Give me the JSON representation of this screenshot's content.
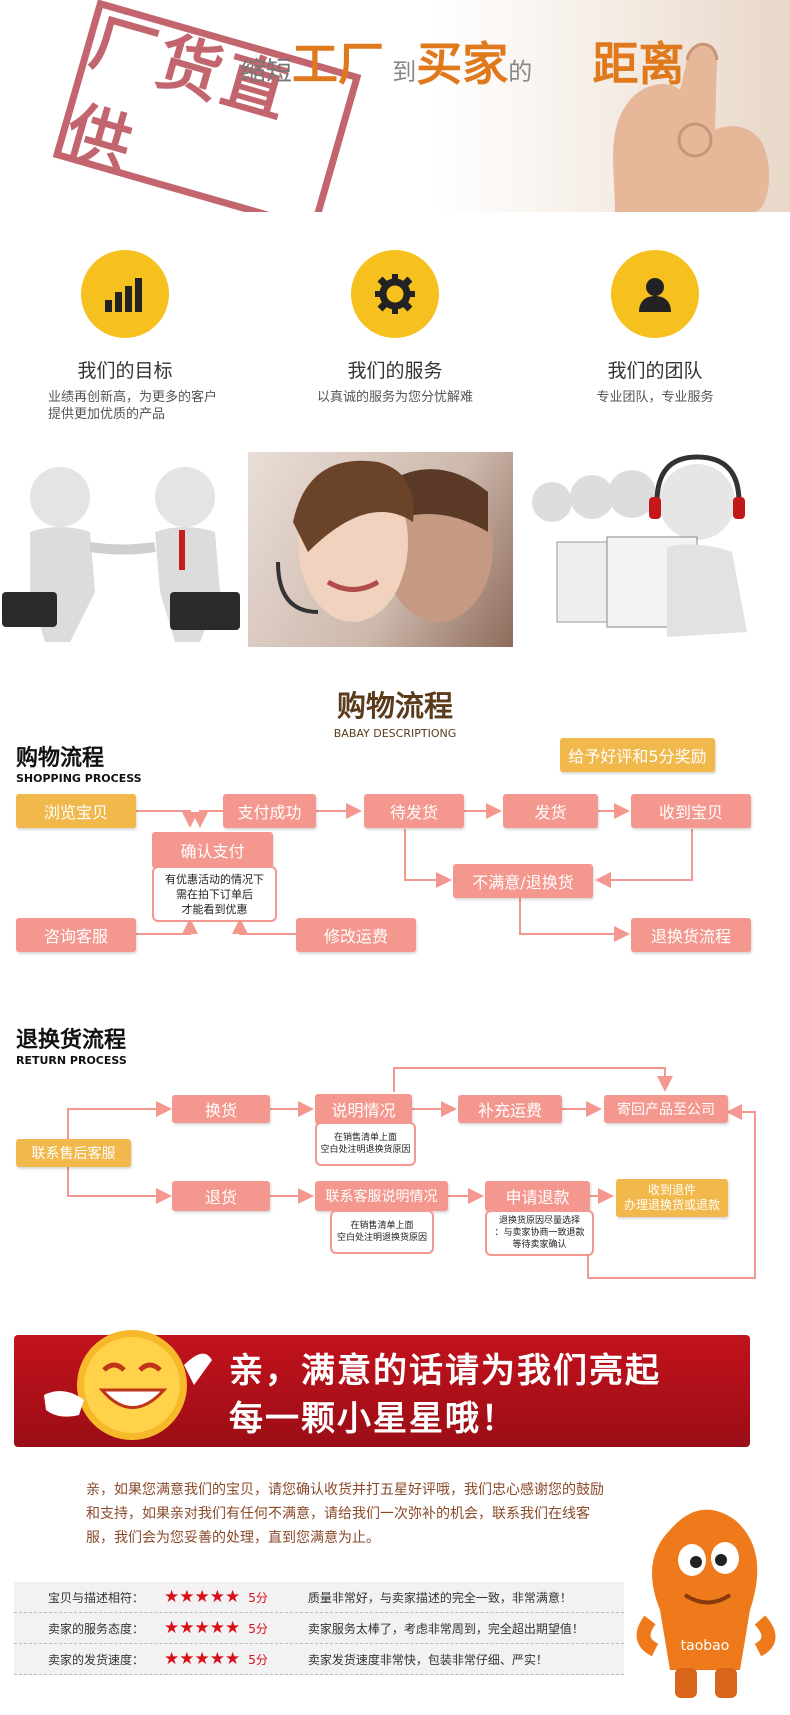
{
  "hero": {
    "stamp_text": "厂货直供",
    "slogan": [
      "缩短",
      "工厂",
      "到",
      "买家",
      "的",
      "距离"
    ]
  },
  "features": [
    {
      "icon": "bar-chart-icon",
      "title": "我们的目标",
      "desc": "业绩再创新高，为更多的客户\n提供更加优质的产品"
    },
    {
      "icon": "gear-icon",
      "title": "我们的服务",
      "desc": "以真诚的服务为您分忧解难"
    },
    {
      "icon": "person-icon",
      "title": "我们的团队",
      "desc": "专业团队，专业服务"
    }
  ],
  "shopping": {
    "main_title": "购物流程",
    "main_sub": "BABAY DESCRIPTIONG",
    "title": "购物流程",
    "subtitle": "SHOPPING PROCESS",
    "reward": "给予好评和5分奖励",
    "browse": "浏览宝贝",
    "pay_success": "支付成功",
    "wait_ship": "待发货",
    "ship": "发货",
    "receive": "收到宝贝",
    "confirm_pay": "确认支付",
    "confirm_note": "有优惠活动的情况下\n需在拍下订单后\n才能看到优惠",
    "unsatisfied": "不满意/退换货",
    "consult": "咨询客服",
    "modify_freight": "修改运费",
    "return_flow": "退换货流程"
  },
  "returns": {
    "title": "退换货流程",
    "subtitle": "RETURN PROCESS",
    "contact": "联系售后客服",
    "exchange": "换货",
    "explain": "说明情况",
    "explain_note": "在销售清单上面\n空白处注明退换货原因",
    "add_freight": "补充运费",
    "send_back": "寄回产品至公司",
    "refund": "退货",
    "contact_cs": "联系客服说明情况",
    "cs_note": "在销售清单上面\n空白处注明退换货原因",
    "apply_refund": "申请退款",
    "refund_note": "退换货原因尽量选择\n：与卖家协商一致退款\n等待卖家确认",
    "receive_return": "收到退件\n办理退换货或退款"
  },
  "banner": {
    "line1": "亲，满意的话请为我们亮起",
    "line2": "每一颗小星星哦！"
  },
  "paragraph": "亲，如果您满意我们的宝贝，请您确认收货并打五星好评哦，我们忠心感谢您的鼓励和支持，如果亲对我们有任何不满意，请给我们一次弥补的机会，联系我们在线客服，我们会为您妥善的处理，直到您满意为止。",
  "ratings": [
    {
      "label": "宝贝与描述相符：",
      "stars": "★★★★★",
      "score": "5分",
      "desc": "质量非常好，与卖家描述的完全一致，非常满意！"
    },
    {
      "label": "卖家的服务态度：",
      "stars": "★★★★★",
      "score": "5分",
      "desc": "卖家服务太棒了，考虑非常周到，完全超出期望值！"
    },
    {
      "label": "卖家的发货速度：",
      "stars": "★★★★★",
      "score": "5分",
      "desc": "卖家发货速度非常快，包装非常仔细、严实！"
    }
  ],
  "mascot_text": "taobao"
}
